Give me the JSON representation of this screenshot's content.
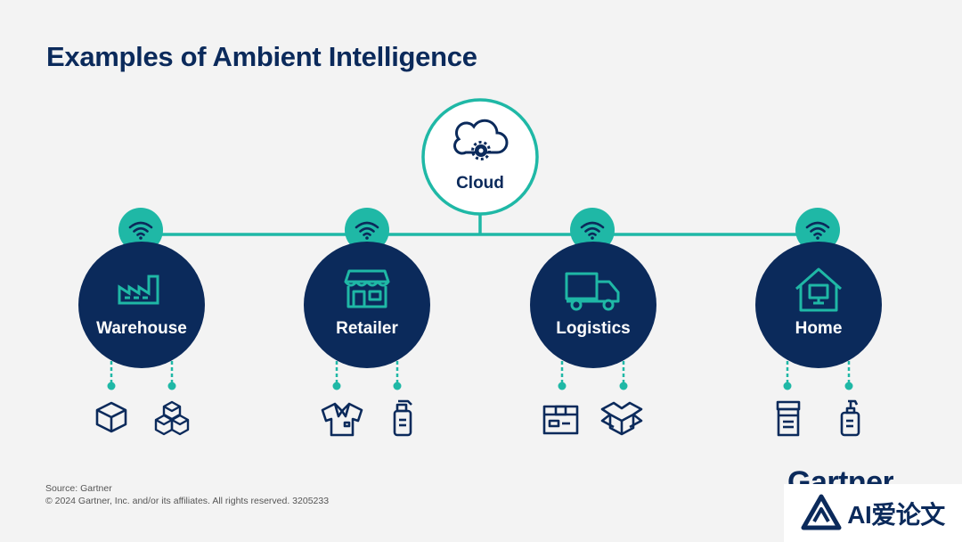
{
  "title": "Examples of Ambient Intelligence",
  "cloud": {
    "label": "Cloud",
    "icon": "cloud-gear-icon"
  },
  "nodes": [
    {
      "label": "Warehouse",
      "icon": "factory-icon",
      "connectivity_icon": "wifi-icon",
      "items": [
        {
          "icon": "box-icon"
        },
        {
          "icon": "stacked-boxes-icon"
        }
      ]
    },
    {
      "label": "Retailer",
      "icon": "storefront-icon",
      "connectivity_icon": "wifi-icon",
      "items": [
        {
          "icon": "shirt-icon"
        },
        {
          "icon": "spray-bottle-icon"
        }
      ]
    },
    {
      "label": "Logistics",
      "icon": "truck-icon",
      "connectivity_icon": "wifi-icon",
      "items": [
        {
          "icon": "shipping-box-icon"
        },
        {
          "icon": "open-box-icon"
        }
      ]
    },
    {
      "label": "Home",
      "icon": "house-monitor-icon",
      "connectivity_icon": "wifi-icon",
      "items": [
        {
          "icon": "pill-bottle-icon"
        },
        {
          "icon": "pump-bottle-icon"
        }
      ]
    }
  ],
  "footer": {
    "source": "Source: Gartner",
    "copyright": "© 2024 Gartner, Inc. and/or its affiliates. All rights reserved. 3205233"
  },
  "brand": {
    "logo_text": "Gartner"
  },
  "watermark": {
    "text": "AI爱论文",
    "icon": "ai-logo-icon"
  },
  "colors": {
    "navy": "#0b2a5b",
    "teal": "#1fb8a6",
    "background": "#f3f3f3"
  }
}
